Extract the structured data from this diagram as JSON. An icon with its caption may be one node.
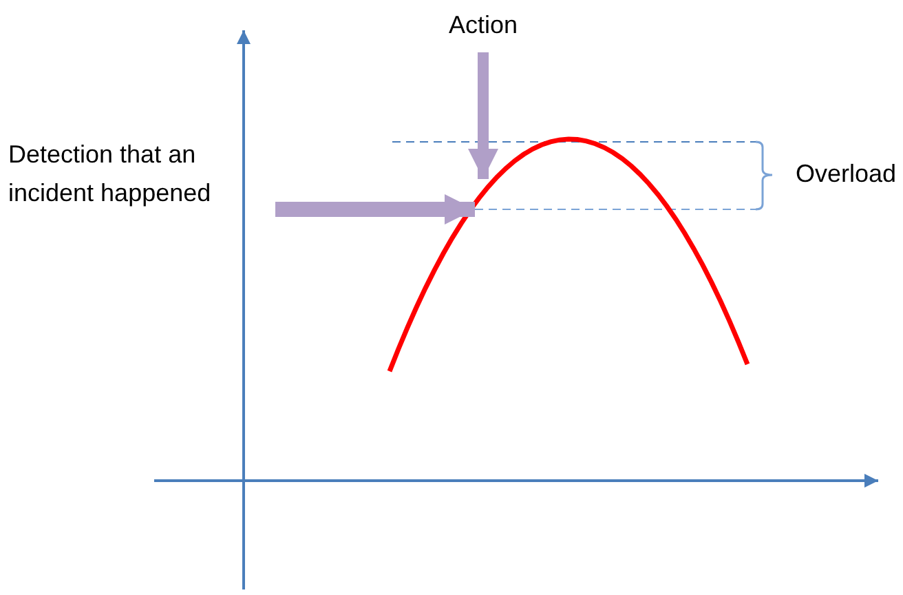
{
  "diagram": {
    "nodes": [
      {
        "text": [
          "Detection that an incident happened"
        ]
      },
      {
        "text": [
          "Action"
        ]
      }
    ],
    "edges": [
      {
        "from": 0,
        "to": null,
        "arrow": "to"
      },
      {
        "from": 1,
        "to": null,
        "arrow": "to"
      }
    ],
    "labels": [
      "Overload"
    ]
  }
}
